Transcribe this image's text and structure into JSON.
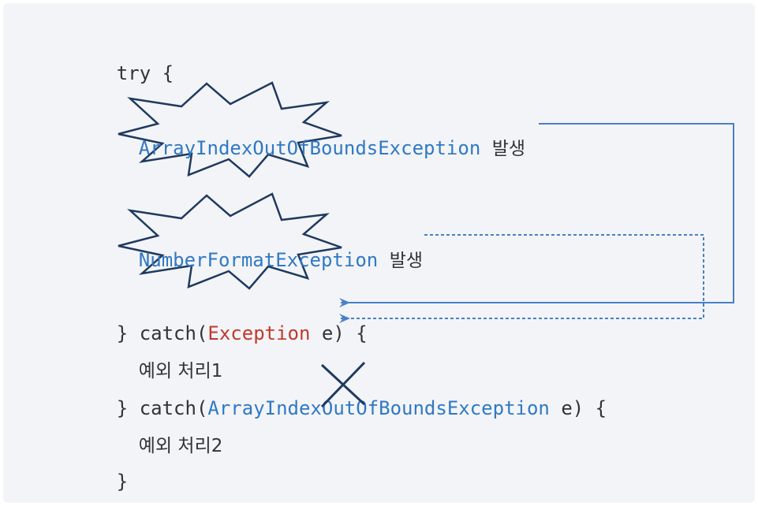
{
  "code": {
    "try_open": "try {",
    "exception1": {
      "name": "ArrayIndexOutOfBoundsException",
      "suffix": "발생"
    },
    "exception2": {
      "name": "NumberFormatException",
      "suffix": "발생"
    },
    "catch1": {
      "prefix": "} catch(",
      "type": "Exception",
      "suffix": " e) {"
    },
    "handler1": "예외 처리1",
    "catch2": {
      "prefix": "} catch(",
      "type": "ArrayIndexOutOfBoundsException",
      "suffix": " e) {"
    },
    "handler2": "예외 처리2",
    "close": "}"
  },
  "colors": {
    "panel_background": "#f3f4f7",
    "code_text": "#333333",
    "exception_blue": "#2f79c4",
    "exception_red": "#c0392b",
    "burst_stroke": "#1f3a5f",
    "arrow_line": "#4a7fc5",
    "cross_mark": "#1f3a5f"
  },
  "icons": {
    "burst": "explosion-burst-icon",
    "cross": "cross-mark-icon"
  }
}
